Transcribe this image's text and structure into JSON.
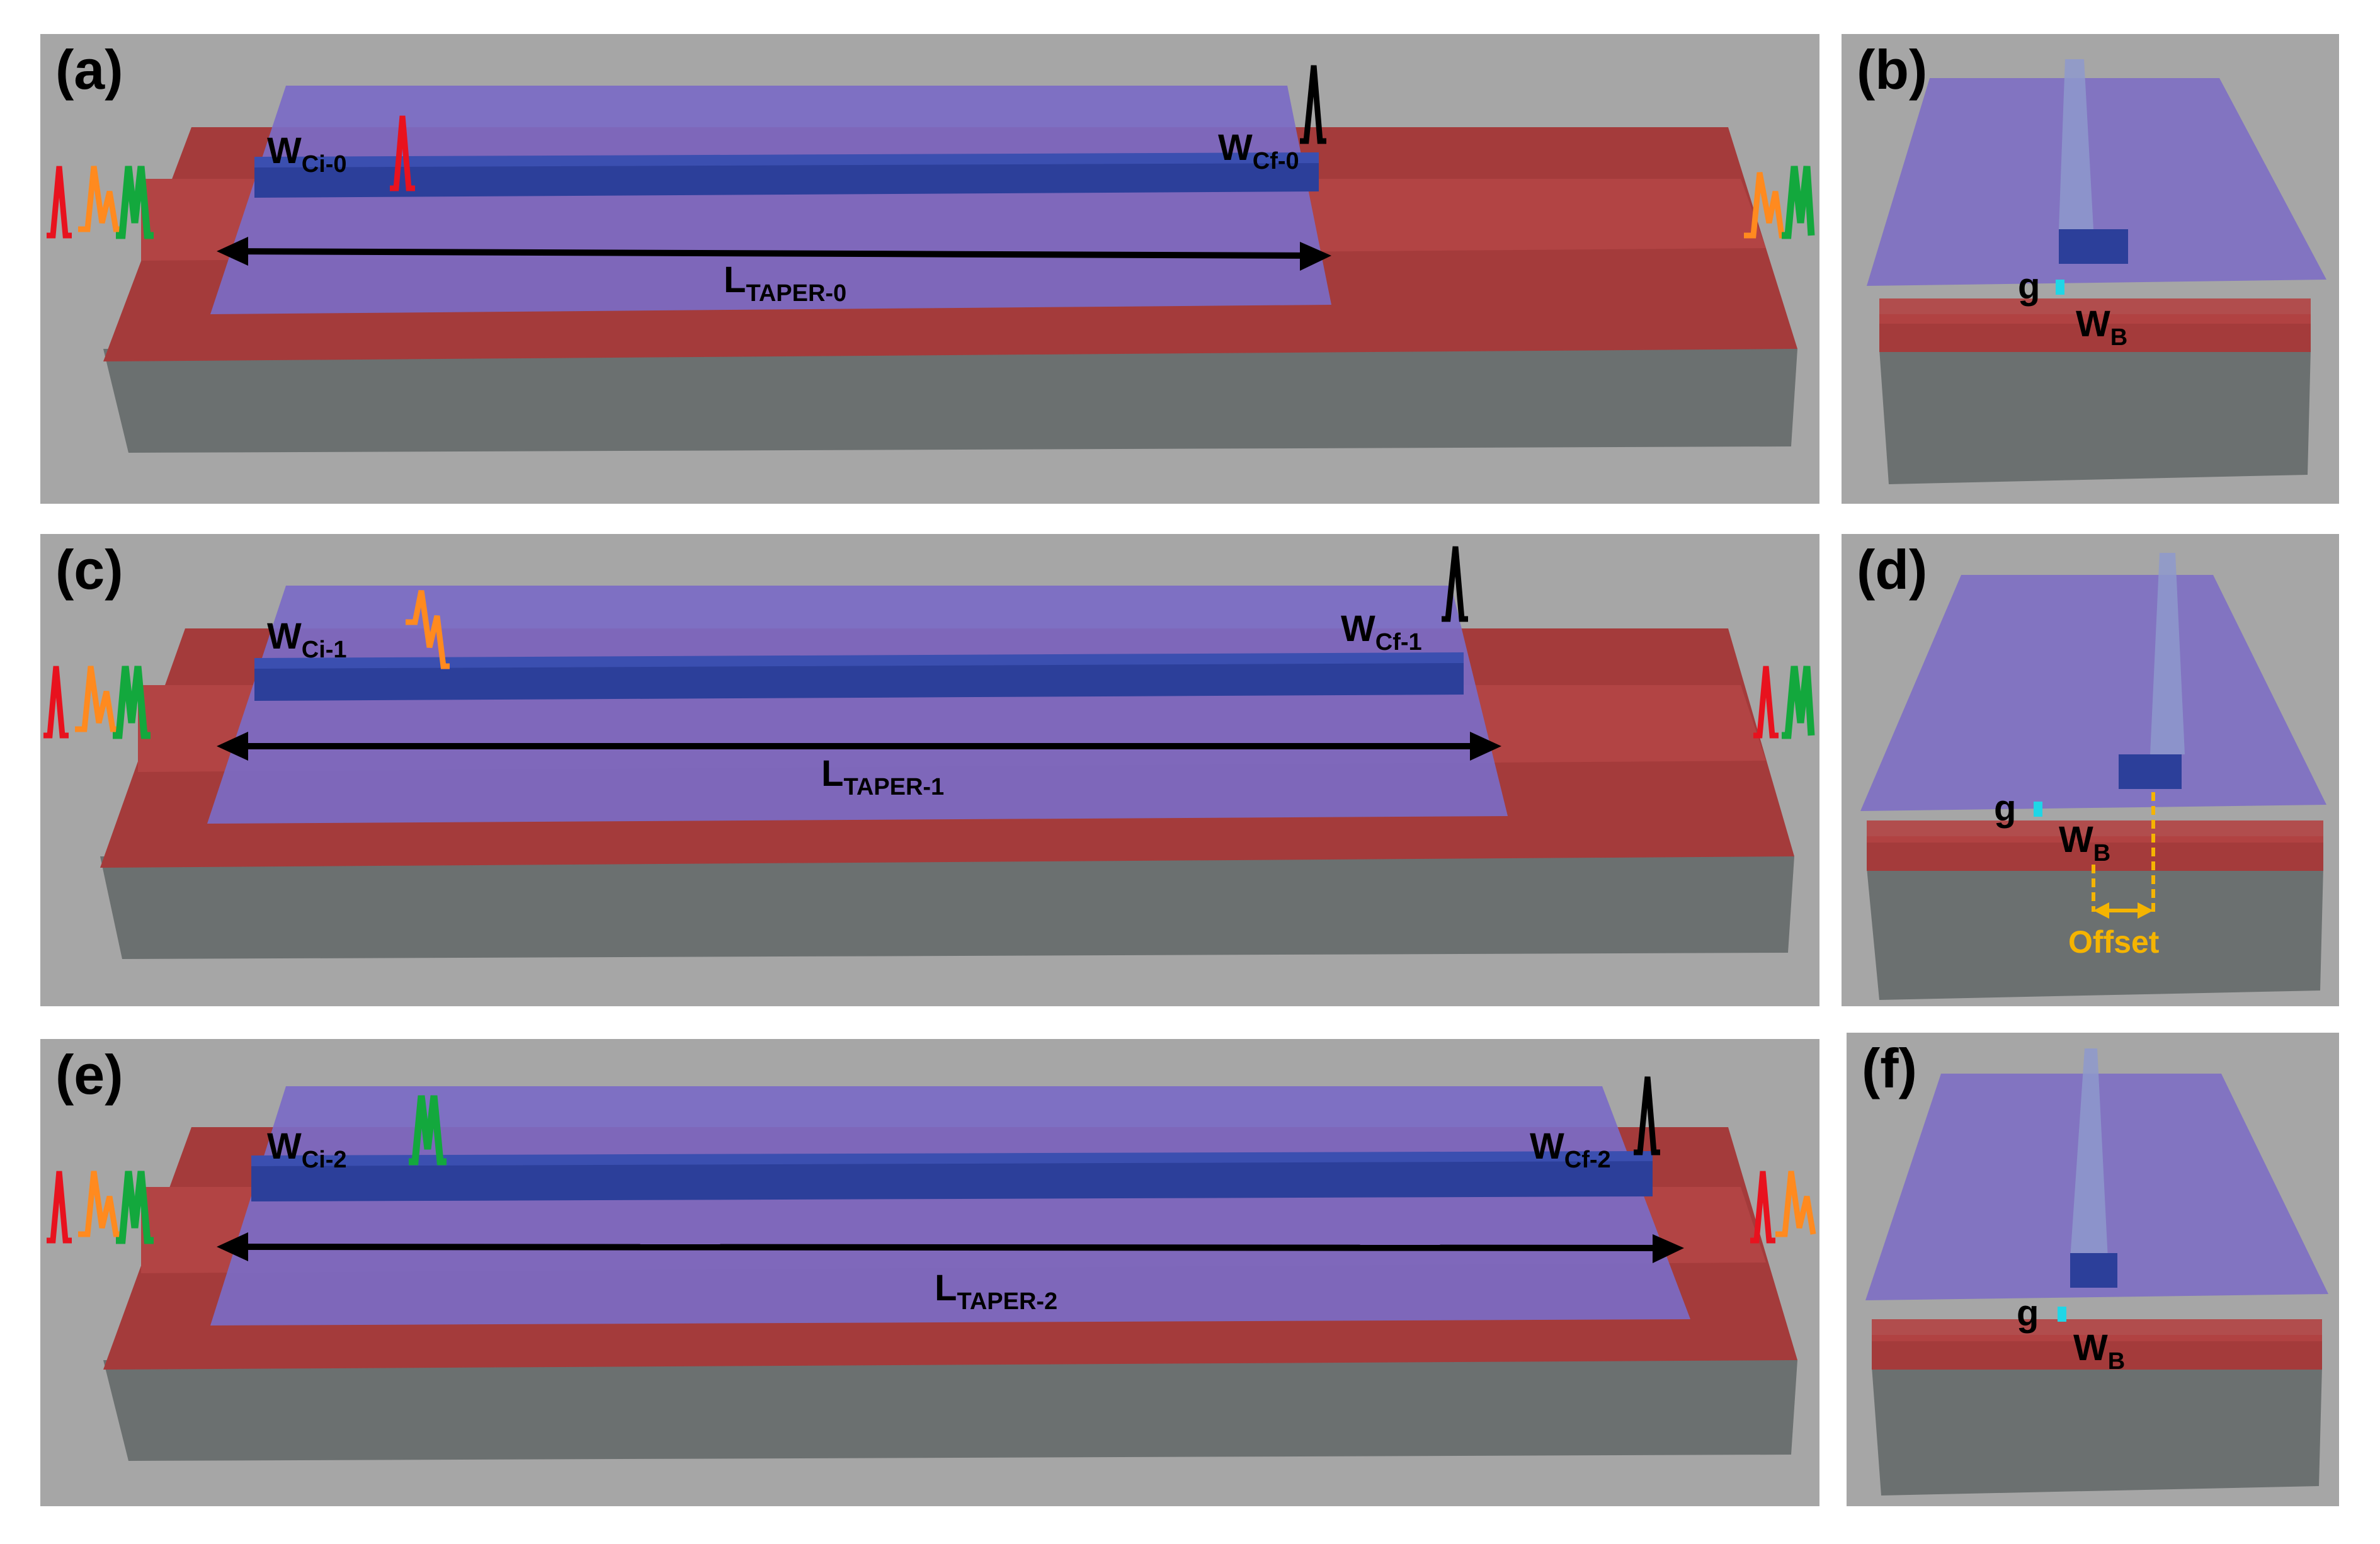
{
  "colors": {
    "panel_bg": "#a6a6a6",
    "substrate": "#6b7070",
    "substrate_side": "#5a5e5e",
    "bottom_waveguide": "#a43b3b",
    "bottom_waveguide_top": "#b24444",
    "cladding": "#7b6bc6",
    "cladding_side": "#6a55b0",
    "top_waveguide": "#2c3f9a",
    "top_waveguide_top": "#3b4fb0",
    "gap_marker": "#1fd6e6",
    "offset_marker": "#f5b400",
    "mode_red": "#e8121e",
    "mode_orange": "#ff8a1f",
    "mode_green": "#13a83d",
    "mode_black": "#000000"
  },
  "panels": [
    {
      "tag": "(a)",
      "wci_main": "W",
      "wci_sub": "Ci-0",
      "wcf_main": "W",
      "wcf_sub": "Cf-0",
      "l_main": "L",
      "l_sub": "TAPER-0",
      "moving_mode": "red",
      "out_modes": [
        "orange",
        "green"
      ]
    },
    {
      "tag": "(c)",
      "wci_main": "W",
      "wci_sub": "Ci-1",
      "wcf_main": "W",
      "wcf_sub": "Cf-1",
      "l_main": "L",
      "l_sub": "TAPER-1",
      "moving_mode": "orange",
      "out_modes": [
        "red",
        "green"
      ]
    },
    {
      "tag": "(e)",
      "wci_main": "W",
      "wci_sub": "Ci-2",
      "wcf_main": "W",
      "wcf_sub": "Cf-2",
      "l_main": "L",
      "l_sub": "TAPER-2",
      "moving_mode": "green",
      "out_modes": [
        "red",
        "orange"
      ]
    }
  ],
  "side_panels": [
    {
      "tag": "(b)",
      "g": "g",
      "wb_main": "W",
      "wb_sub": "B"
    },
    {
      "tag": "(d)",
      "g": "g",
      "wb_main": "W",
      "wb_sub": "B",
      "offset": "Offset"
    },
    {
      "tag": "(f)",
      "g": "g",
      "wb_main": "W",
      "wb_sub": "B"
    }
  ]
}
